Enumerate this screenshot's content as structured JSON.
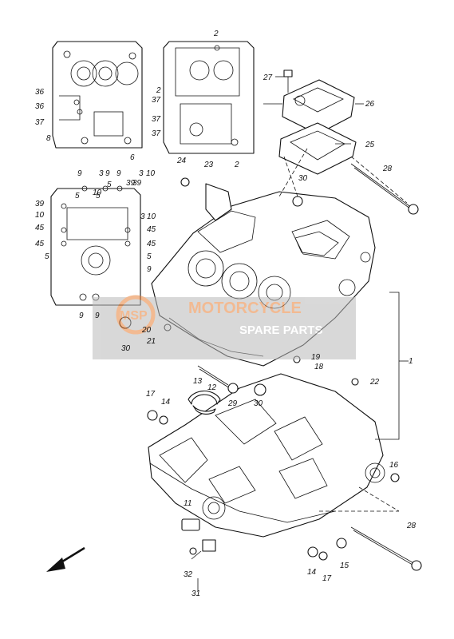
{
  "watermark": {
    "brand": "MSP",
    "line1": "MOTORCYCLE",
    "line2": "SPARE PARTS",
    "band_color": "#b9b9b9",
    "accent_color": "#e8823a"
  },
  "callouts": {
    "c1": "1",
    "c2a": "2",
    "c2b": "2",
    "c2c": "2",
    "c5a": "5",
    "c5b": "5",
    "c5c": "5",
    "c5d": "5",
    "c5e": "5",
    "c6": "6",
    "c8": "8",
    "c9a": "9",
    "c9b": "9",
    "c9c": "9",
    "c9d": "9",
    "c9e": "9",
    "c9f": "9",
    "c10a": "10",
    "c10b": "10",
    "c10c": "10",
    "c10d": "10",
    "c11": "11",
    "c12": "12",
    "c13": "13",
    "c14a": "14",
    "c14b": "14",
    "c15": "15",
    "c16": "16",
    "c17a": "17",
    "c17b": "17",
    "c18": "18",
    "c19": "19",
    "c20": "20",
    "c21": "21",
    "c22": "22",
    "c23": "23",
    "c24": "24",
    "c25": "25",
    "c26": "26",
    "c27": "27",
    "c28a": "28",
    "c28b": "28",
    "c29": "29",
    "c30a": "30",
    "c30b": "30",
    "c30c": "30",
    "c31": "31",
    "c32": "32",
    "c36a": "36",
    "c36b": "36",
    "c37a": "37",
    "c37b": "37",
    "c37c": "37",
    "c37d": "37",
    "c39a": "39",
    "c39b": "39",
    "c39c": "39",
    "c45a": "45",
    "c45b": "45",
    "c45c": "45",
    "c45d": "45",
    "c3a": "3",
    "c3b": "3",
    "c3c": "3"
  },
  "icons": {
    "front_arrow": "arrow-down-left-icon"
  }
}
